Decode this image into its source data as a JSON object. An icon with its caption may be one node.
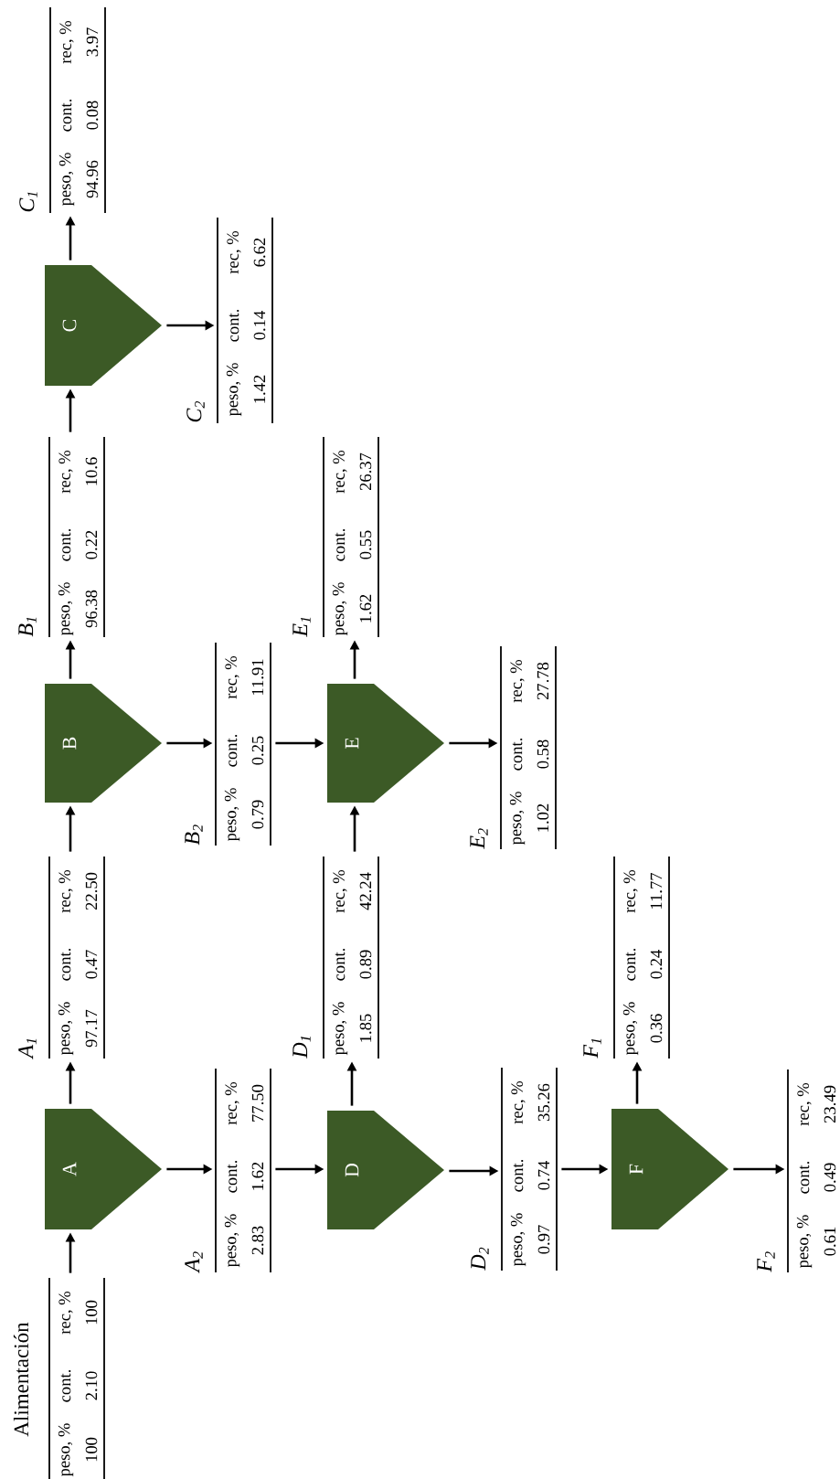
{
  "diagram": {
    "nodes": [
      {
        "text": [
          "Alimentación",
          "peso, %",
          "cont.",
          "rec, %",
          "100",
          "2.10",
          "100"
        ]
      },
      {
        "text": [
          "A"
        ]
      },
      {
        "text": [
          "A$_{1}$",
          "peso, %",
          "cont.",
          "rec, %",
          "97.17",
          "0.47",
          "22.50"
        ]
      },
      {
        "text": [
          "A$_{2}$",
          "peso, %",
          "cont.",
          "rec, %",
          "2.83",
          "1.62",
          "77.50"
        ]
      },
      {
        "text": [
          "B"
        ]
      },
      {
        "text": [
          "B$_{1}$",
          "peso, %",
          "cont.",
          "rec, %",
          "96.38",
          "0.22",
          "10.6"
        ]
      },
      {
        "text": [
          "B$_{2}$",
          "peso, %",
          "cont.",
          "rec, %",
          "0.79",
          "0.25",
          "11.91"
        ]
      },
      {
        "text": [
          "C"
        ]
      },
      {
        "text": [
          "C$_{1}$",
          "peso, %",
          "cont.",
          "rec, %",
          "94.96",
          "0.08",
          "3.97"
        ]
      },
      {
        "text": [
          "C$_{2}$",
          "peso, %",
          "cont.",
          "rec, %",
          "1.42",
          "0.14",
          "6.62"
        ]
      },
      {
        "text": [
          "D"
        ]
      },
      {
        "text": [
          "D$_{1}$",
          "peso, %",
          "cont.",
          "rec, %",
          "1.85",
          "0.89",
          "42.24"
        ]
      },
      {
        "text": [
          "D$_{2}$",
          "peso, %",
          "cont.",
          "rec, %",
          "0.97",
          "0.74",
          "35.26"
        ]
      },
      {
        "text": [
          "E"
        ]
      },
      {
        "text": [
          "E$_{1}$",
          "peso, %",
          "cont.",
          "rec, %",
          "1.62",
          "0.55",
          "26.37"
        ]
      },
      {
        "text": [
          "E$_{2}$",
          "peso, %",
          "cont.",
          "rec, %",
          "1.02",
          "0.58",
          "27.78"
        ]
      },
      {
        "text": [
          "F"
        ]
      },
      {
        "text": [
          "F$_{1}$",
          "peso, %",
          "cont.",
          "rec, %",
          "0.36",
          "0.24",
          "11.77"
        ]
      },
      {
        "text": [
          "F$_{2}$",
          "peso, %",
          "cont.",
          "rec, %",
          "0.61",
          "0.49",
          "23.49"
        ]
      }
    ],
    "edges": [
      {
        "from": 0,
        "to": 1,
        "arrow": "to"
      },
      {
        "from": 1,
        "to": 2,
        "arrow": "to"
      },
      {
        "from": 1,
        "to": 3,
        "arrow": "to"
      },
      {
        "from": 2,
        "to": 4,
        "arrow": "to"
      },
      {
        "from": 4,
        "to": 5,
        "arrow": "to"
      },
      {
        "from": 4,
        "to": 6,
        "arrow": "to"
      },
      {
        "from": 5,
        "to": 7,
        "arrow": "to"
      },
      {
        "from": 7,
        "to": 8,
        "arrow": "to"
      },
      {
        "from": 7,
        "to": 9,
        "arrow": "to"
      },
      {
        "from": 3,
        "to": 10,
        "arrow": "to"
      },
      {
        "from": 10,
        "to": 11,
        "arrow": "to"
      },
      {
        "from": 10,
        "to": 12,
        "arrow": "to"
      },
      {
        "from": 11,
        "to": 13,
        "arrow": "to"
      },
      {
        "from": 6,
        "to": 13,
        "arrow": "to"
      },
      {
        "from": 13,
        "to": 14,
        "arrow": "to"
      },
      {
        "from": 13,
        "to": 15,
        "arrow": "to"
      },
      {
        "from": 12,
        "to": 16,
        "arrow": "to"
      },
      {
        "from": 16,
        "to": 17,
        "arrow": "to"
      },
      {
        "from": 16,
        "to": 18,
        "arrow": "to"
      }
    ]
  }
}
